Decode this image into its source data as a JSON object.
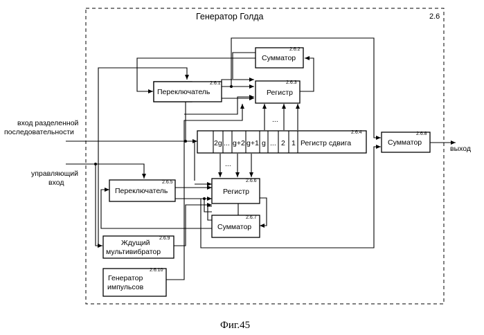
{
  "title": "Генератор  Голда",
  "title_num": "2.6",
  "caption": "Фиг.45",
  "inputs": {
    "sequence": [
      "вход разделенной",
      "последовательности"
    ],
    "control": [
      "управляющий",
      "вход"
    ]
  },
  "output": "выход",
  "blocks": {
    "summator_262": {
      "label": "Сумматор",
      "num": "2.6.2"
    },
    "switch_261": {
      "label": "Переключатель",
      "num": "2.6.1"
    },
    "register_263": {
      "label": "Регистр",
      "num": "2.6.3"
    },
    "shift_register_264": {
      "label": "Регистр сдвига",
      "num": "2.6.4",
      "cells": [
        "2g",
        "...",
        "g+2",
        "g+1",
        "g",
        "...",
        "2",
        "1"
      ]
    },
    "summator_268": {
      "label": "Сумматор",
      "num": "2.6.8"
    },
    "switch_265": {
      "label": "Переключатель",
      "num": "2.6.5"
    },
    "register_266": {
      "label": "Регистр",
      "num": "2.6.6"
    },
    "summator_267": {
      "label": "Сумматор",
      "num": "2.6.7"
    },
    "multivibrator_269": {
      "label": [
        "Ждущий",
        "мультивибратор"
      ],
      "num": "2.6.9"
    },
    "pulse_gen_2610": {
      "label": [
        "Генератор",
        "импульсов"
      ],
      "num": "2.6.10"
    }
  },
  "dots": {
    "top": "...",
    "bottom": "..."
  }
}
